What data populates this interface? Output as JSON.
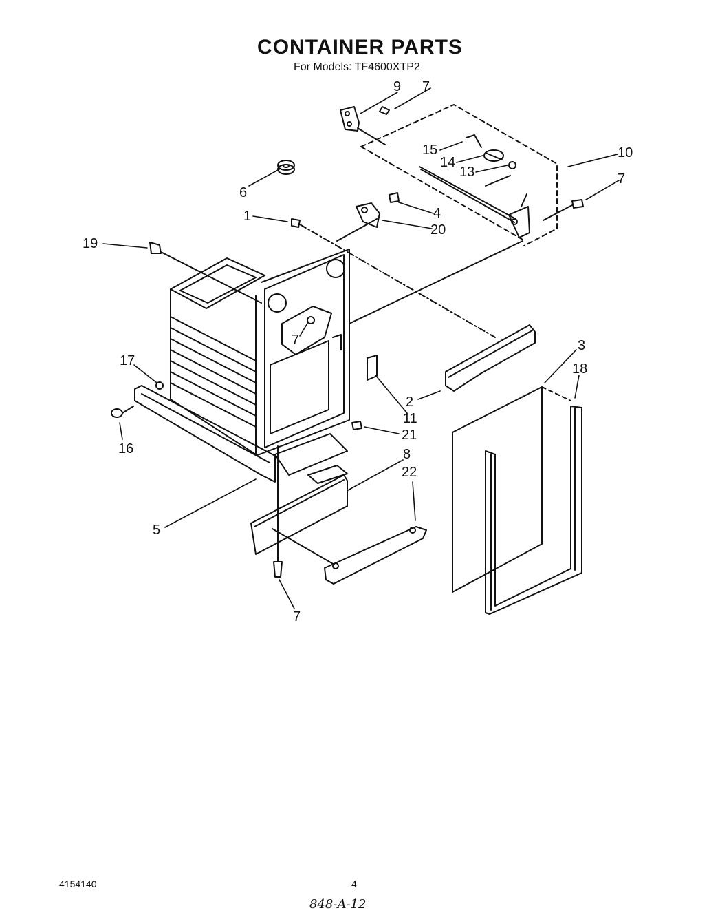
{
  "title": "CONTAINER PARTS",
  "subtitle": "For Models:  TF4600XTP2",
  "footer": {
    "doc_number": "4154140",
    "page": "4",
    "handwritten": "848-A-12"
  },
  "callouts": [
    {
      "id": "c9",
      "text": "9"
    },
    {
      "id": "c7a",
      "text": "7"
    },
    {
      "id": "c15",
      "text": "15"
    },
    {
      "id": "c14",
      "text": "14"
    },
    {
      "id": "c13",
      "text": "13"
    },
    {
      "id": "c10",
      "text": "10"
    },
    {
      "id": "c7b",
      "text": "7"
    },
    {
      "id": "c6",
      "text": "6"
    },
    {
      "id": "c1",
      "text": "1"
    },
    {
      "id": "c4",
      "text": "4"
    },
    {
      "id": "c20",
      "text": "20"
    },
    {
      "id": "c19",
      "text": "19"
    },
    {
      "id": "c7c",
      "text": "7"
    },
    {
      "id": "c3",
      "text": "3"
    },
    {
      "id": "c18",
      "text": "18"
    },
    {
      "id": "c17",
      "text": "17"
    },
    {
      "id": "c2",
      "text": "2"
    },
    {
      "id": "c11",
      "text": "11"
    },
    {
      "id": "c16",
      "text": "16"
    },
    {
      "id": "c21",
      "text": "21"
    },
    {
      "id": "c8",
      "text": "8"
    },
    {
      "id": "c22",
      "text": "22"
    },
    {
      "id": "c5",
      "text": "5"
    },
    {
      "id": "c7d",
      "text": "7"
    }
  ]
}
